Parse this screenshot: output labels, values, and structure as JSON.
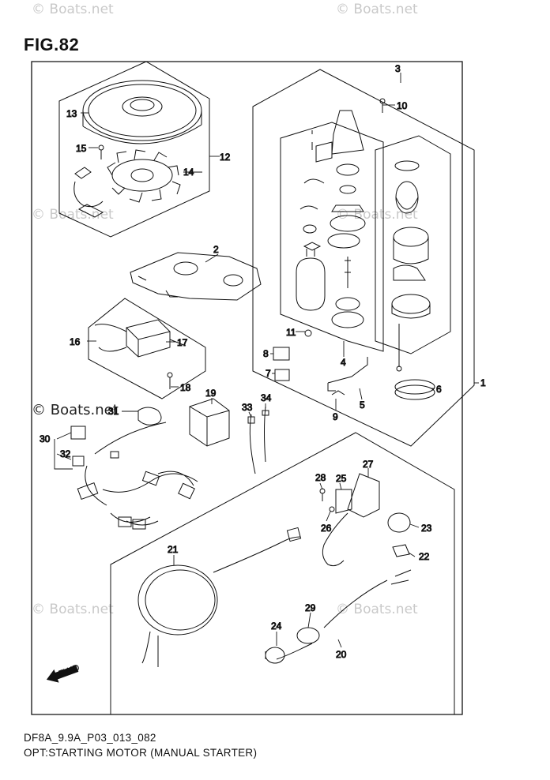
{
  "figure_title": "FIG.82",
  "footer": {
    "line1": "DF8A_9.9A_P03_013_082",
    "line2": "OPT:STARTING MOTOR (MANUAL STARTER)"
  },
  "watermark": "© Boats.net",
  "fwd_label": "FWD",
  "callouts": {
    "c1": "1",
    "c2": "2",
    "c3": "3",
    "c4": "4",
    "c5": "5",
    "c6": "6",
    "c7": "7",
    "c8": "8",
    "c9": "9",
    "c10": "10",
    "c11": "11",
    "c12": "12",
    "c13": "13",
    "c14": "14",
    "c15": "15",
    "c16": "16",
    "c17": "17",
    "c18": "18",
    "c19": "19",
    "c20": "20",
    "c21": "21",
    "c22": "22",
    "c23": "23",
    "c24": "24",
    "c25": "25",
    "c26": "26",
    "c27": "27",
    "c28": "28",
    "c29": "29",
    "c30": "30",
    "c31": "31",
    "c32": "32",
    "c33": "33",
    "c34": "34"
  }
}
